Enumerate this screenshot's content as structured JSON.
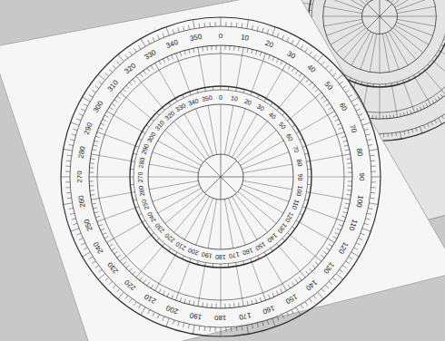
{
  "diagram": {
    "labels": [
      "0",
      "10",
      "20",
      "30",
      "40",
      "50",
      "60",
      "70",
      "80",
      "90",
      "100",
      "110",
      "120",
      "130",
      "140",
      "150",
      "160",
      "170",
      "180",
      "190",
      "200",
      "210",
      "220",
      "230",
      "240",
      "250",
      "260",
      "270",
      "280",
      "290",
      "300",
      "310",
      "320",
      "330",
      "340",
      "350",
      "0",
      "10",
      "20",
      "30",
      "40",
      "50",
      "60",
      "70",
      "80",
      "90",
      "100",
      "110",
      "120",
      "130",
      "140",
      "150",
      "160",
      "170",
      "180",
      "190",
      "200",
      "210",
      "220",
      "230",
      "240",
      "250",
      "260",
      "270",
      "280",
      "290",
      "300",
      "310",
      "320",
      "330",
      "340",
      "350"
    ]
  }
}
